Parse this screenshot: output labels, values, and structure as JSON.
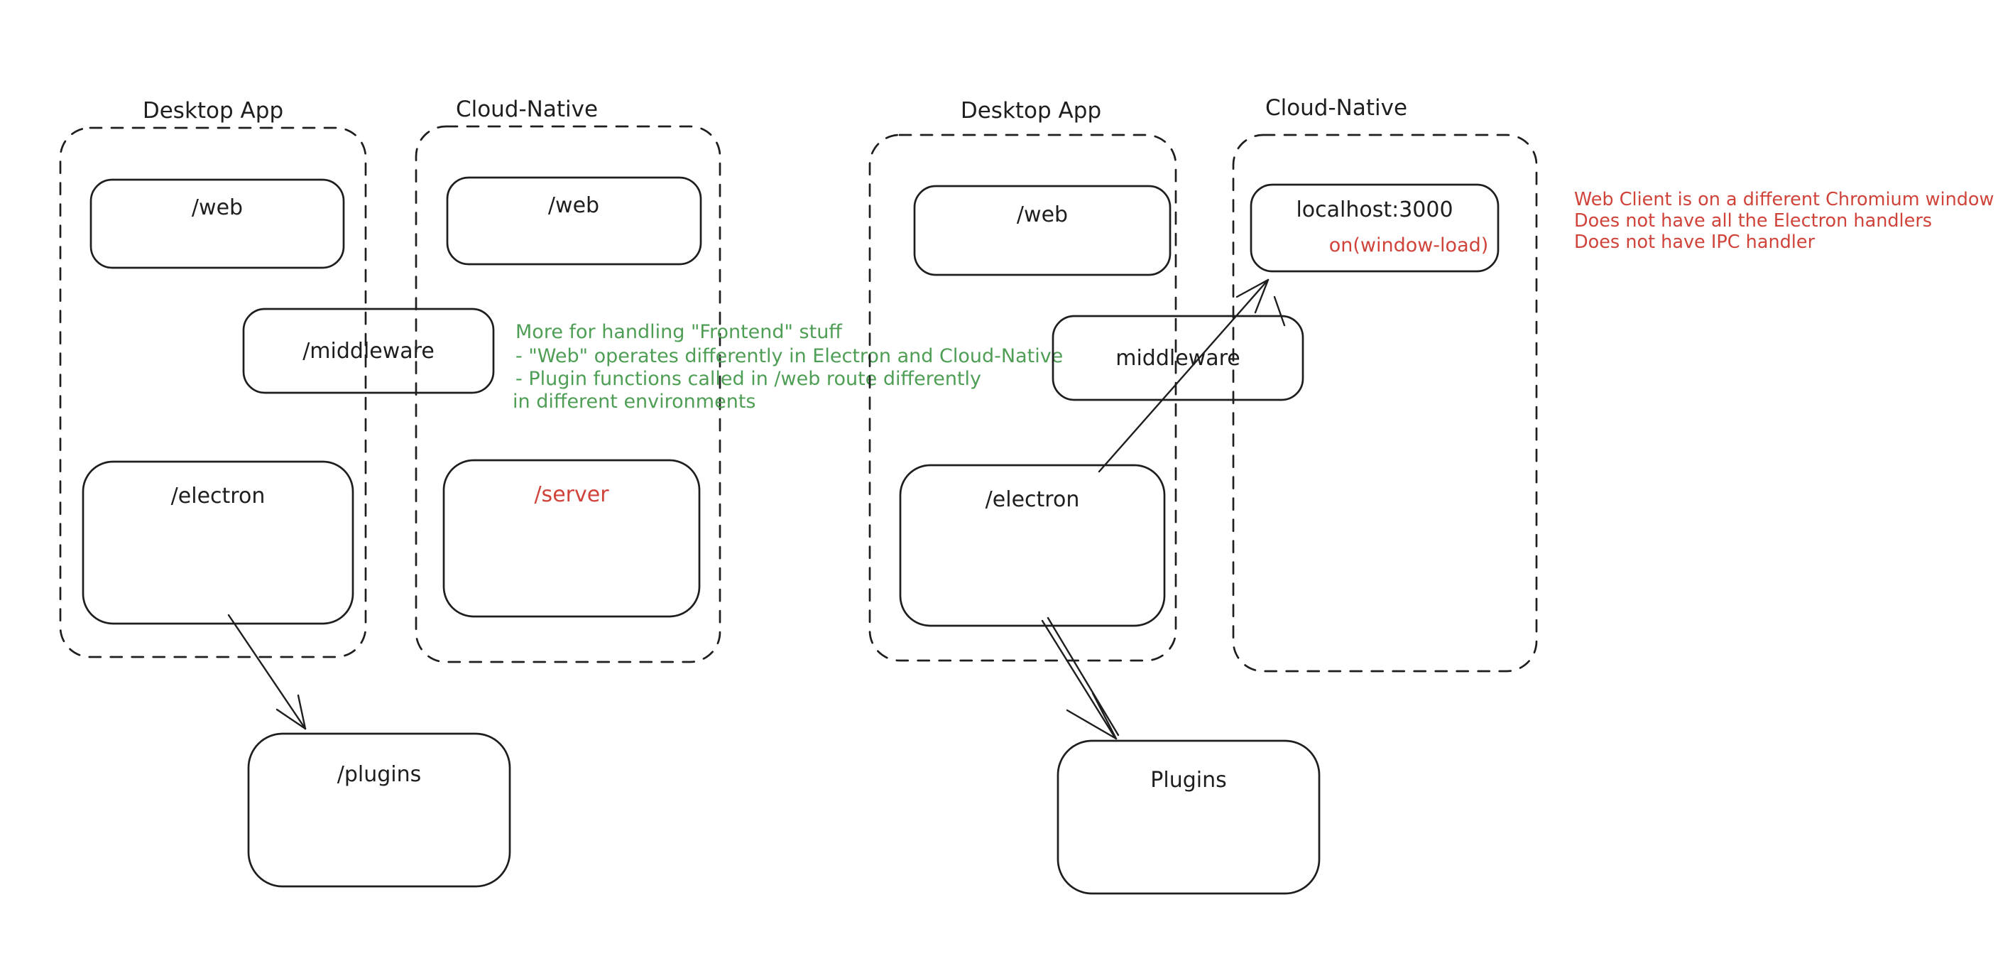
{
  "canvas": {
    "background_color": "#ffffff",
    "ink_color": "#1e1e1e",
    "red_color": "#d0433a",
    "green_color": "#4f9e55"
  },
  "left_diagram": {
    "desktop_container_title": "Desktop App",
    "cloud_container_title": "Cloud-Native",
    "web_desktop_label": "/web",
    "web_cloud_label": "/web",
    "middleware_label": "/middleware",
    "electron_label": "/electron",
    "server_label": "/server",
    "plugins_label": "/plugins"
  },
  "right_diagram": {
    "desktop_container_title": "Desktop App",
    "cloud_container_title": "Cloud-Native",
    "web_label": "/web",
    "localhost_label": "localhost:3000",
    "window_load_label": "on(window-load)",
    "middleware_label": "middleware",
    "electron_label": "/electron",
    "plugins_label": "Plugins"
  },
  "green_note": {
    "lines": [
      "More for handling \"Frontend\" stuff",
      "- \"Web\" operates differently in Electron and Cloud-Native",
      "- Plugin functions called in /web route differently",
      "in different environments"
    ]
  },
  "red_note": {
    "lines": [
      "Web Client is on a different Chromium window",
      "Does not have all the Electron handlers",
      "Does not have IPC handler"
    ]
  }
}
